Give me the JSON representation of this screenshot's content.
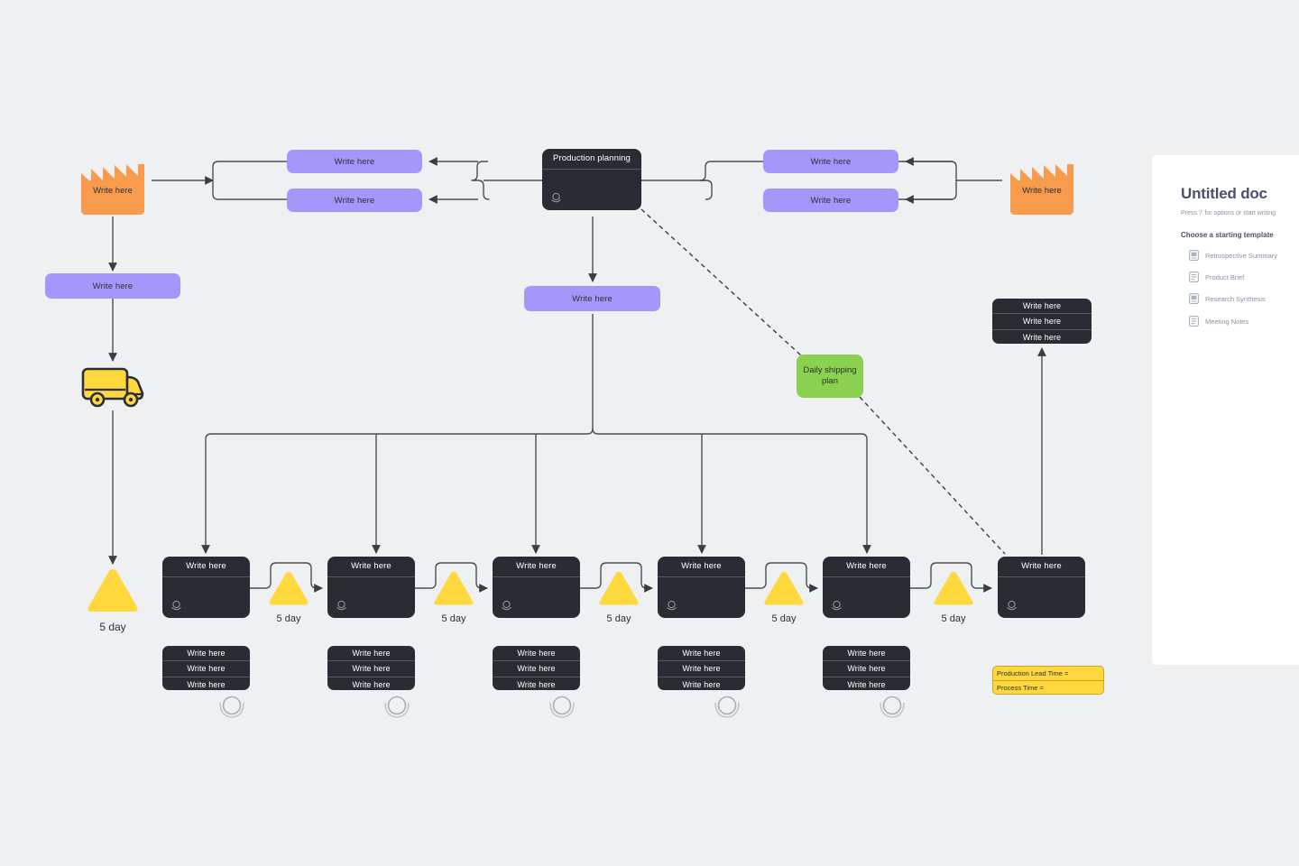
{
  "board": {
    "background_color": "#eff0f2",
    "accent_purple": "#a596fb",
    "accent_orange": "#f89b4d",
    "accent_yellow": "#ffd83d",
    "accent_green": "#8bd14f",
    "dark_box": "#292c33"
  },
  "labels": {
    "write_here": "Write here",
    "production_planning": "Production planning",
    "daily_shipping_plan": "Daily shipping plan",
    "five_day": "5 day"
  },
  "supplier": {
    "label": "Write here"
  },
  "customer": {
    "label": "Write here"
  },
  "shipment_box": {
    "label": "Write here"
  },
  "truck": {
    "name": "delivery-truck"
  },
  "control_center": {
    "title": "Production planning",
    "left_channels": [
      {
        "label": "Write here"
      },
      {
        "label": "Write here"
      }
    ],
    "right_channels": [
      {
        "label": "Write here"
      },
      {
        "label": "Write here"
      }
    ],
    "schedule_box": {
      "label": "Write here"
    }
  },
  "shipping_plan": {
    "label": "Daily shipping plan"
  },
  "inbound_triangle": {
    "label": "5 day"
  },
  "process_steps": [
    {
      "header": "Write here",
      "delay_after": "5 day",
      "data": [
        "Write here",
        "Write here",
        "Write here"
      ]
    },
    {
      "header": "Write here",
      "delay_after": "5 day",
      "data": [
        "Write here",
        "Write here",
        "Write here"
      ]
    },
    {
      "header": "Write here",
      "delay_after": "5 day",
      "data": [
        "Write here",
        "Write here",
        "Write here"
      ]
    },
    {
      "header": "Write here",
      "delay_after": "5 day",
      "data": [
        "Write here",
        "Write here",
        "Write here"
      ]
    },
    {
      "header": "Write here",
      "delay_after": "5 day",
      "data": [
        "Write here",
        "Write here",
        "Write here"
      ]
    },
    {
      "header": "Write here",
      "delay_after": null,
      "data": null
    }
  ],
  "shipping_data_stack": {
    "rows": [
      "Write here",
      "Write here",
      "Write here"
    ]
  },
  "summary_note": {
    "rows": [
      "Production Lead Time =",
      "Process Time ="
    ]
  },
  "doc_panel": {
    "title": "Untitled doc",
    "subtitle": "Press '/' for options or start writing",
    "section_label": "Choose a starting template",
    "templates": [
      {
        "label": "Retrospective Summary",
        "icon": "doc-icon"
      },
      {
        "label": "Product Brief",
        "icon": "doc-icon"
      },
      {
        "label": "Research Synthesis",
        "icon": "doc-icon"
      },
      {
        "label": "Meeting Notes",
        "icon": "doc-icon"
      }
    ]
  }
}
